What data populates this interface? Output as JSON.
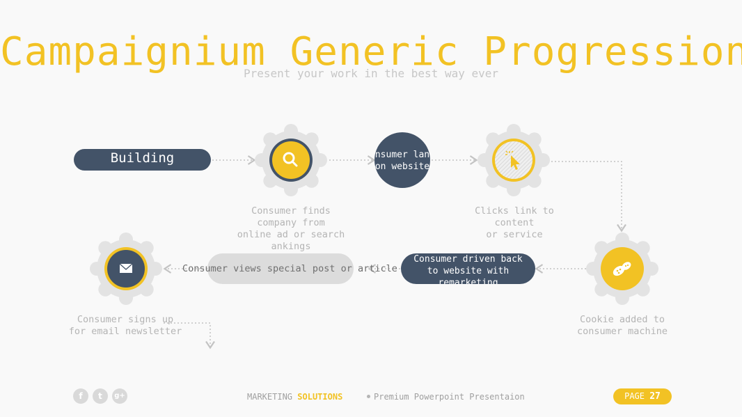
{
  "header": {
    "title": "Campaignium Generic Progression",
    "subtitle": "Present your work in the best way ever"
  },
  "steps": {
    "building": "Building Awareness",
    "finds_caption_1": "Consumer finds company from",
    "finds_caption_2": "online ad or search ankings",
    "lands": "Consumer lands on website",
    "clicks_caption_1": "Clicks link to content",
    "clicks_caption_2": "or service",
    "cookie_caption_1": "Cookie added to",
    "cookie_caption_2": "consumer machine",
    "driven_back": "Consumer driven back to website with remarketing",
    "views": "Consumer views special post or article",
    "signs_caption_1": "Consumer signs up",
    "signs_caption_2": "for email newsletter"
  },
  "icons": {
    "search": "search-icon",
    "cursor": "cursor-click-icon",
    "cookie": "cookie-icon",
    "mail": "envelope-icon"
  },
  "colors": {
    "accent": "#f2c224",
    "dark": "#435368",
    "gear": "#e3e3e3",
    "light_pill": "#dcdcdc"
  },
  "footer": {
    "brand_part1": "MARKETING",
    "brand_part2": "SOLUTIONS",
    "tagline": "Premium Powerpoint Presentaion",
    "page_label": "PAGE",
    "page_number": "27",
    "social": [
      "f",
      "t",
      "g+"
    ]
  }
}
